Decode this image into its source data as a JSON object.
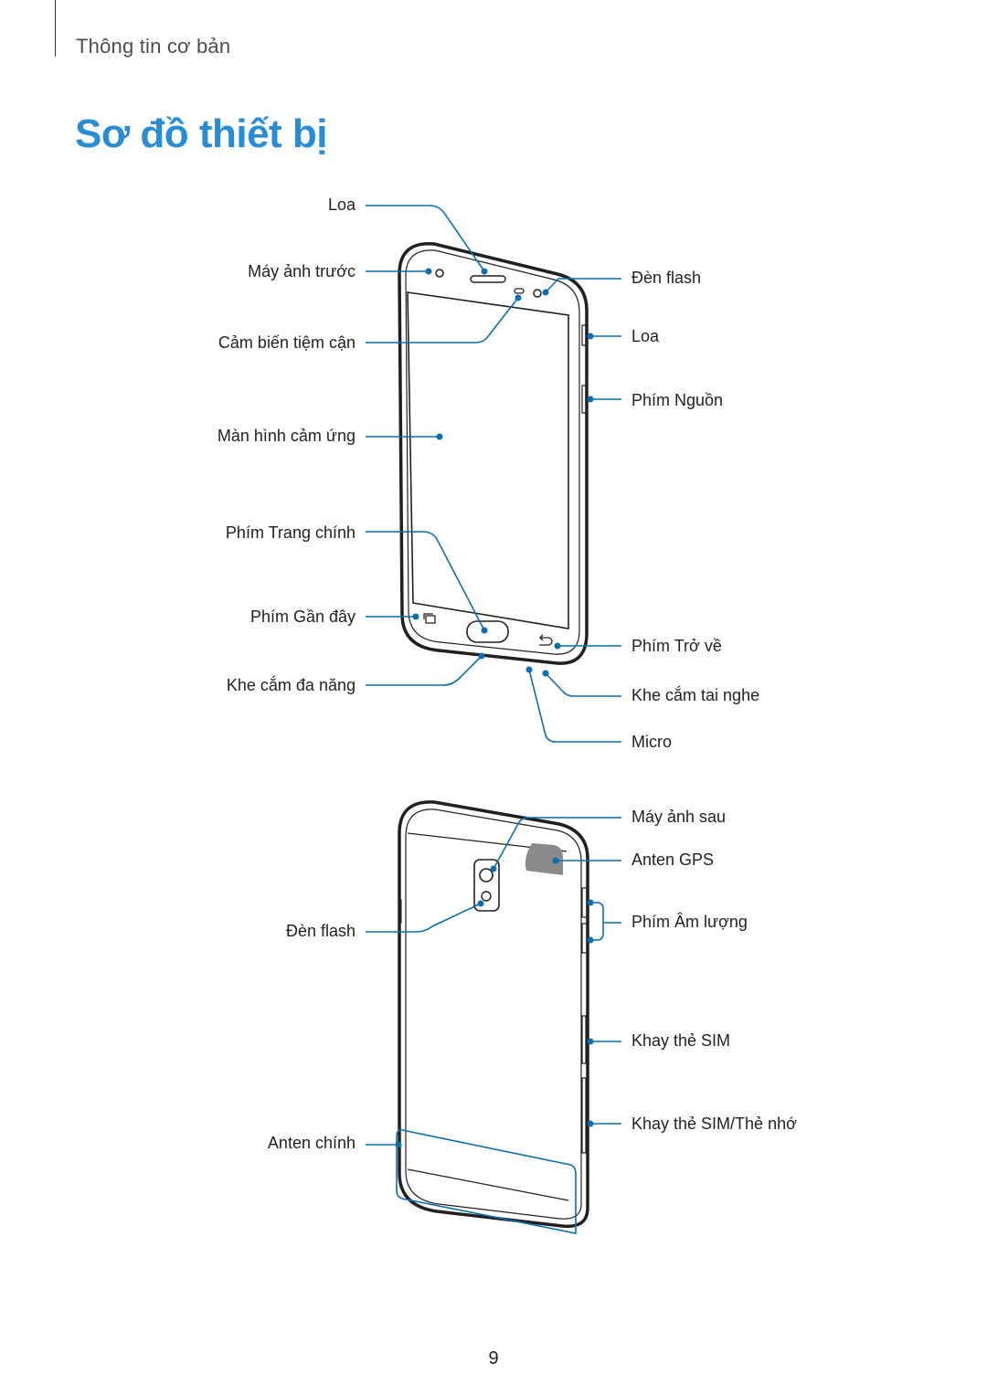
{
  "header": {
    "section": "Thông tin cơ bản"
  },
  "title": "Sơ đồ thiết bị",
  "accent_color": "#2a8dd4",
  "leader_color": "#0b6fae",
  "front_labels": {
    "loa_top": "Loa",
    "front_camera": "Máy ảnh trước",
    "proximity_sensor": "Cảm biến tiệm cận",
    "touchscreen": "Màn hình cảm ứng",
    "home_key": "Phím Trang chính",
    "recent_key": "Phím Gần đây",
    "multipurpose_jack": "Khe cắm đa năng",
    "flash": "Đèn flash",
    "speaker": "Loa",
    "power_key": "Phím Nguồn",
    "back_key": "Phím Trở về",
    "headset_jack": "Khe cắm tai nghe",
    "mic": "Micro"
  },
  "back_labels": {
    "rear_camera": "Máy ảnh sau",
    "gps_antenna": "Anten GPS",
    "volume_key": "Phím Âm lượng",
    "flash": "Đèn flash",
    "sim_tray": "Khay thẻ SIM",
    "sim_memory_tray": "Khay thẻ SIM/Thẻ nhớ",
    "main_antenna": "Anten chính"
  },
  "page_number": "9"
}
